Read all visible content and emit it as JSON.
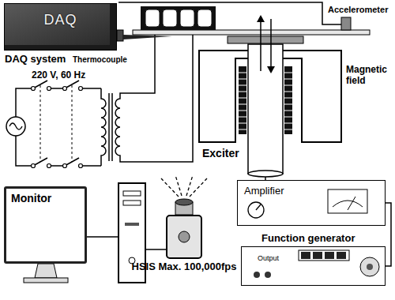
{
  "diagram": {
    "nodes": [
      {
        "text": [
          "DAQ",
          "DAQ system"
        ]
      },
      {
        "text": [
          "Amplifier"
        ]
      },
      {
        "text": [
          "Monitor"
        ]
      },
      {
        "text": [
          "Function generator",
          "Output"
        ]
      },
      {
        "text": [
          "HSIS Max. 100,000fps"
        ]
      }
    ],
    "edges": [
      {
        "from": 3,
        "to": 1,
        "arrow": "none"
      }
    ],
    "labels": [
      "Thermocouple",
      "Accelerometer",
      "220 V, 60 Hz",
      "Magnetic field",
      "Exciter"
    ]
  }
}
